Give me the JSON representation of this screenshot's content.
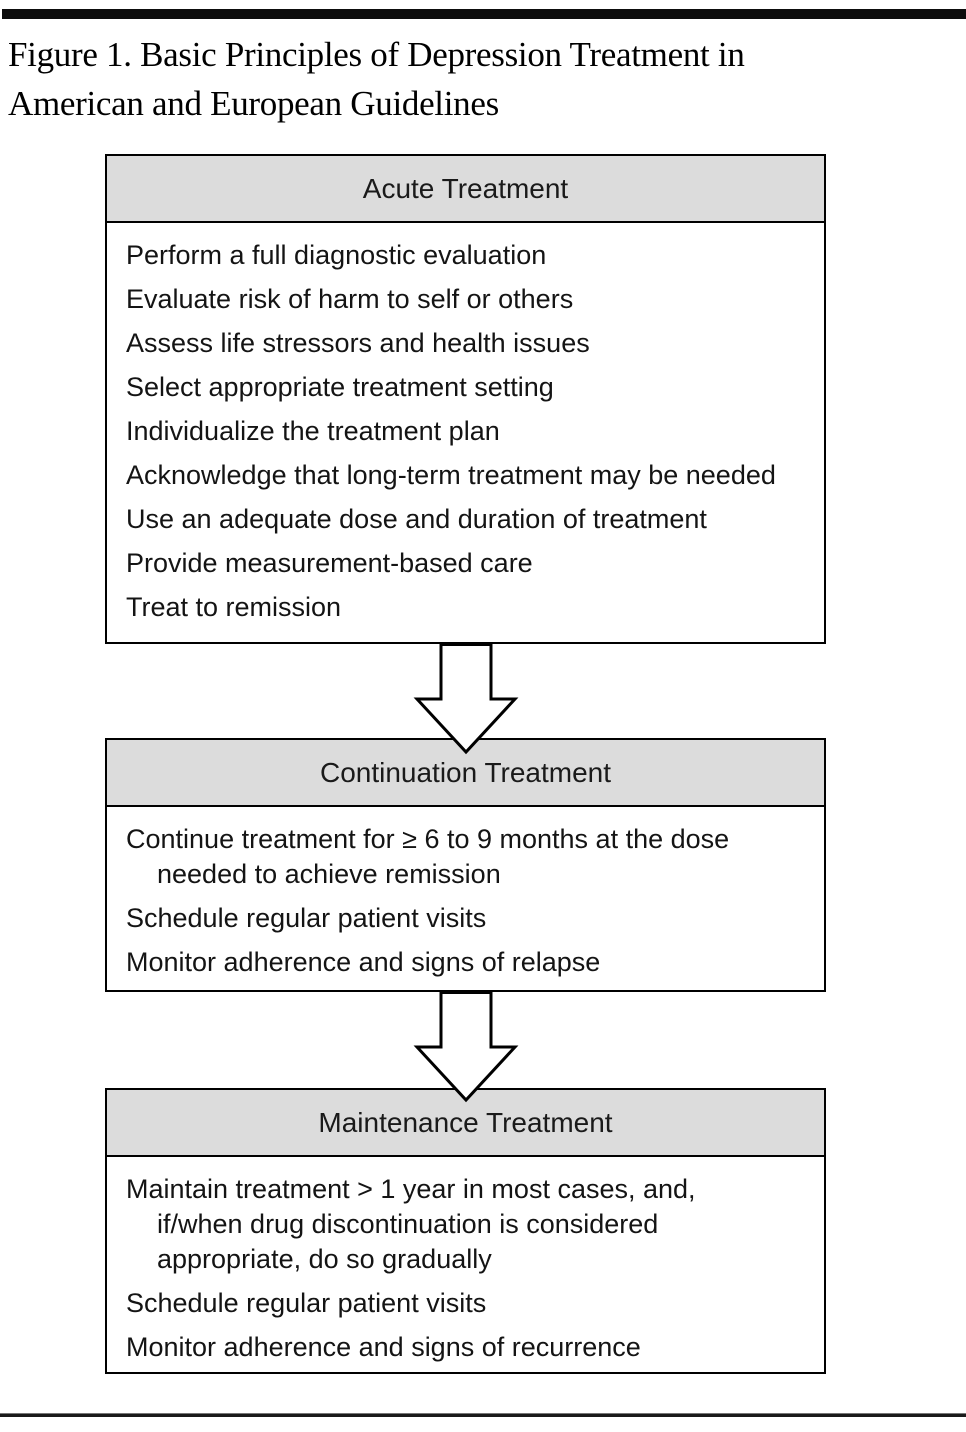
{
  "figure": {
    "title": "Figure 1. Basic Principles of Depression Treatment in\nAmerican and European Guidelines"
  },
  "boxes": [
    {
      "header": "Acute Treatment",
      "items": [
        "Perform a full diagnostic evaluation",
        "Evaluate risk of harm to self or others",
        "Assess life stressors and health issues",
        "Select appropriate treatment setting",
        "Individualize the treatment plan",
        "Acknowledge that long-term treatment may be needed",
        "Use an adequate dose and duration of treatment",
        "Provide measurement-based care",
        "Treat to remission"
      ]
    },
    {
      "header": "Continuation Treatment",
      "items": [
        "Continue treatment for ≥ 6 to 9 months at the dose\nneeded to achieve remission",
        "Schedule regular patient visits",
        "Monitor adherence and signs of relapse"
      ]
    },
    {
      "header": "Maintenance Treatment",
      "items": [
        "Maintain treatment > 1 year in most cases, and,\nif/when drug discontinuation is considered\nappropriate, do so gradually",
        "Schedule regular patient visits",
        "Monitor adherence and signs of recurrence"
      ]
    }
  ],
  "colors": {
    "header_bg": "#dcdcdc",
    "border": "#000000",
    "rule": "#0d0d0d"
  }
}
